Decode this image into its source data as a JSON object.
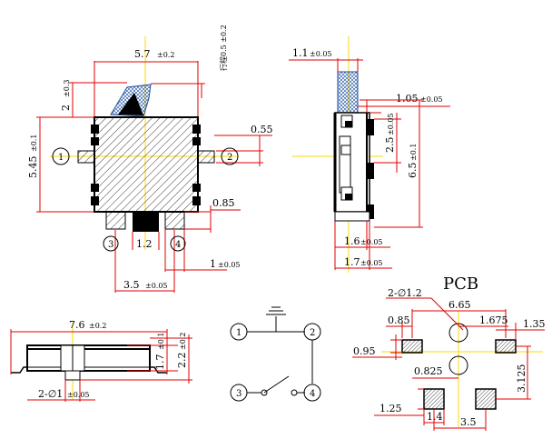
{
  "top_view": {
    "width_dim": "5.7",
    "width_tol": "±0.2",
    "travel_dim": "2",
    "travel_tol": "±0.3",
    "travel_label": "行程0.5 ±0.2",
    "height_dim": "5.45",
    "height_tol": "±0.1",
    "tab_dim": "0.55",
    "pin_gap_dim": "0.85",
    "pin_pitch_dim": "1.2",
    "pin_width_dim": "1",
    "pin_width_tol": "±0.05",
    "span_dim": "3.5",
    "span_tol": "±0.05",
    "pins": [
      "1",
      "2",
      "3",
      "4"
    ]
  },
  "side_view": {
    "actuator_dim": "1.1",
    "actuator_tol": "±0.05",
    "offset_dim": "1.05",
    "offset_tol": "±0.05",
    "inner_dim": "2.5",
    "inner_tol": "±0.05",
    "length_dim": "6.5",
    "length_tol": "±0.1",
    "body_dim": "1.6",
    "body_tol": "±0.05",
    "total_dim": "1.7",
    "total_tol": "±0.05"
  },
  "front_view": {
    "width_dim": "7.6",
    "width_tol": "±0.2",
    "body_h_dim": "1.7",
    "body_h_tol": "±0.1",
    "total_h_dim": "2.2",
    "total_h_tol": "±0.2",
    "hole_dim": "2-∅1",
    "hole_tol": "±0.05"
  },
  "schematic": {
    "nodes": [
      "1",
      "2",
      "3",
      "4"
    ]
  },
  "pcb": {
    "title": "PCB",
    "hole_label": "2-∅1.2",
    "d_665": "6.65",
    "d_085": "0.85",
    "d_1675": "1.675",
    "d_135": "1.35",
    "d_095": "0.95",
    "d_0825": "0.825",
    "d_3125": "3.125",
    "d_125": "1.25",
    "d_14": "1.4",
    "d_35": "3.5"
  },
  "colors": {
    "dimension": "#e00000",
    "centerline": "#ffd800",
    "actuator": "#3a7fd4",
    "pad_hatch": "#000000"
  }
}
